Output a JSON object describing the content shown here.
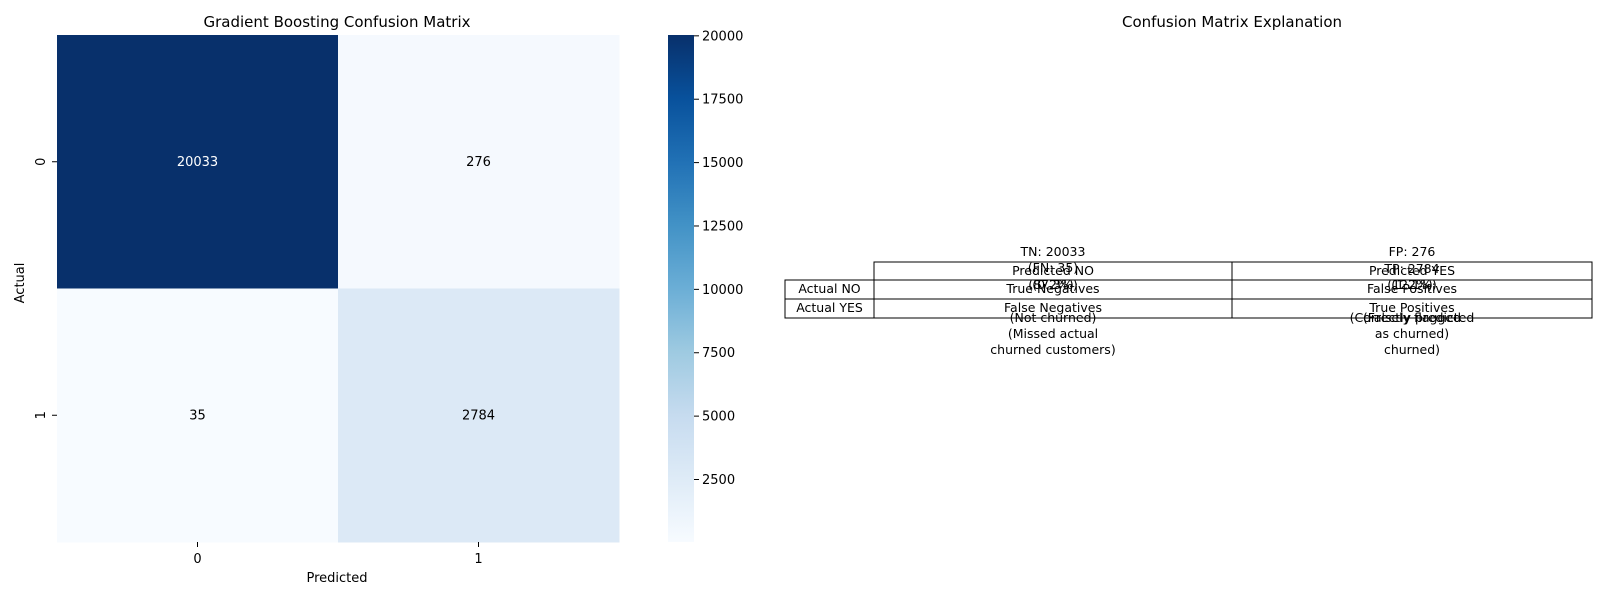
{
  "chart_data": [
    {
      "type": "heatmap",
      "title": "Gradient Boosting Confusion Matrix",
      "xlabel": "Predicted",
      "ylabel": "Actual",
      "x_categories": [
        "0",
        "1"
      ],
      "y_categories": [
        "0",
        "1"
      ],
      "values": [
        [
          20033,
          276
        ],
        [
          35,
          2784
        ]
      ],
      "colormap": "Blues",
      "colorbar": {
        "range": [
          35,
          20033
        ],
        "ticks": [
          2500,
          5000,
          7500,
          10000,
          12500,
          15000,
          17500,
          20000
        ]
      }
    },
    {
      "type": "table",
      "title": "Confusion Matrix Explanation",
      "col_headers": [
        "Predicted NO",
        "Predicted YES"
      ],
      "row_headers": [
        "Actual NO",
        "Actual YES"
      ],
      "cells": [
        [
          "True Negatives",
          "False Positives"
        ],
        [
          "False Negatives",
          "True Positives"
        ]
      ],
      "overlays": [
        {
          "col": 0,
          "lines": [
            "TN: 20033",
            "(87.3%)",
            "(FN: 35)",
            "(0.2%)",
            "(Not churned)",
            "(Missed actual",
            "churned customers)"
          ]
        },
        {
          "col": 1,
          "lines": [
            "FP: 276",
            "(1.2%)",
            "TP: 2784",
            "(12.1%)",
            "(Falsely flagged",
            "as churned)",
            "(Correctly predicted",
            "churned)"
          ]
        }
      ]
    }
  ]
}
